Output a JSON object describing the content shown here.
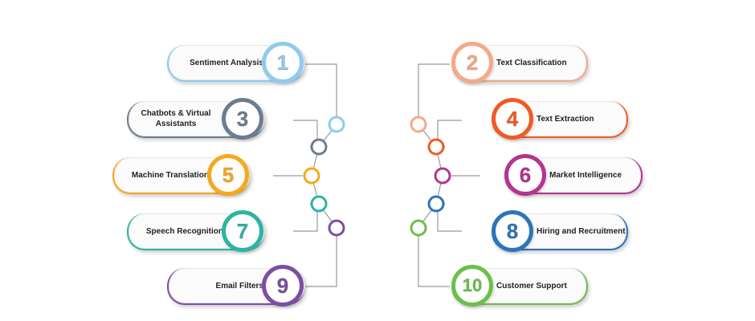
{
  "items": [
    {
      "num": "1",
      "label": "Sentiment Analysis",
      "color": "#8fcbef"
    },
    {
      "num": "2",
      "label": "Text Classification",
      "color": "#f4a98a"
    },
    {
      "num": "3",
      "label": "Chatbots & Virtual Assistants",
      "color": "#6d7d8e"
    },
    {
      "num": "4",
      "label": "Text Extraction",
      "color": "#f15a24"
    },
    {
      "num": "5",
      "label": "Machine Translation",
      "color": "#f7a81b"
    },
    {
      "num": "6",
      "label": "Market Intelligence",
      "color": "#b5348f"
    },
    {
      "num": "7",
      "label": "Speech Recognition",
      "color": "#2bb5a2"
    },
    {
      "num": "8",
      "label": "Hiring and Recruitment",
      "color": "#2d74b9"
    },
    {
      "num": "9",
      "label": "Email Filters",
      "color": "#7b4ea3"
    },
    {
      "num": "10",
      "label": "Customer Support",
      "color": "#6cc04a"
    }
  ]
}
